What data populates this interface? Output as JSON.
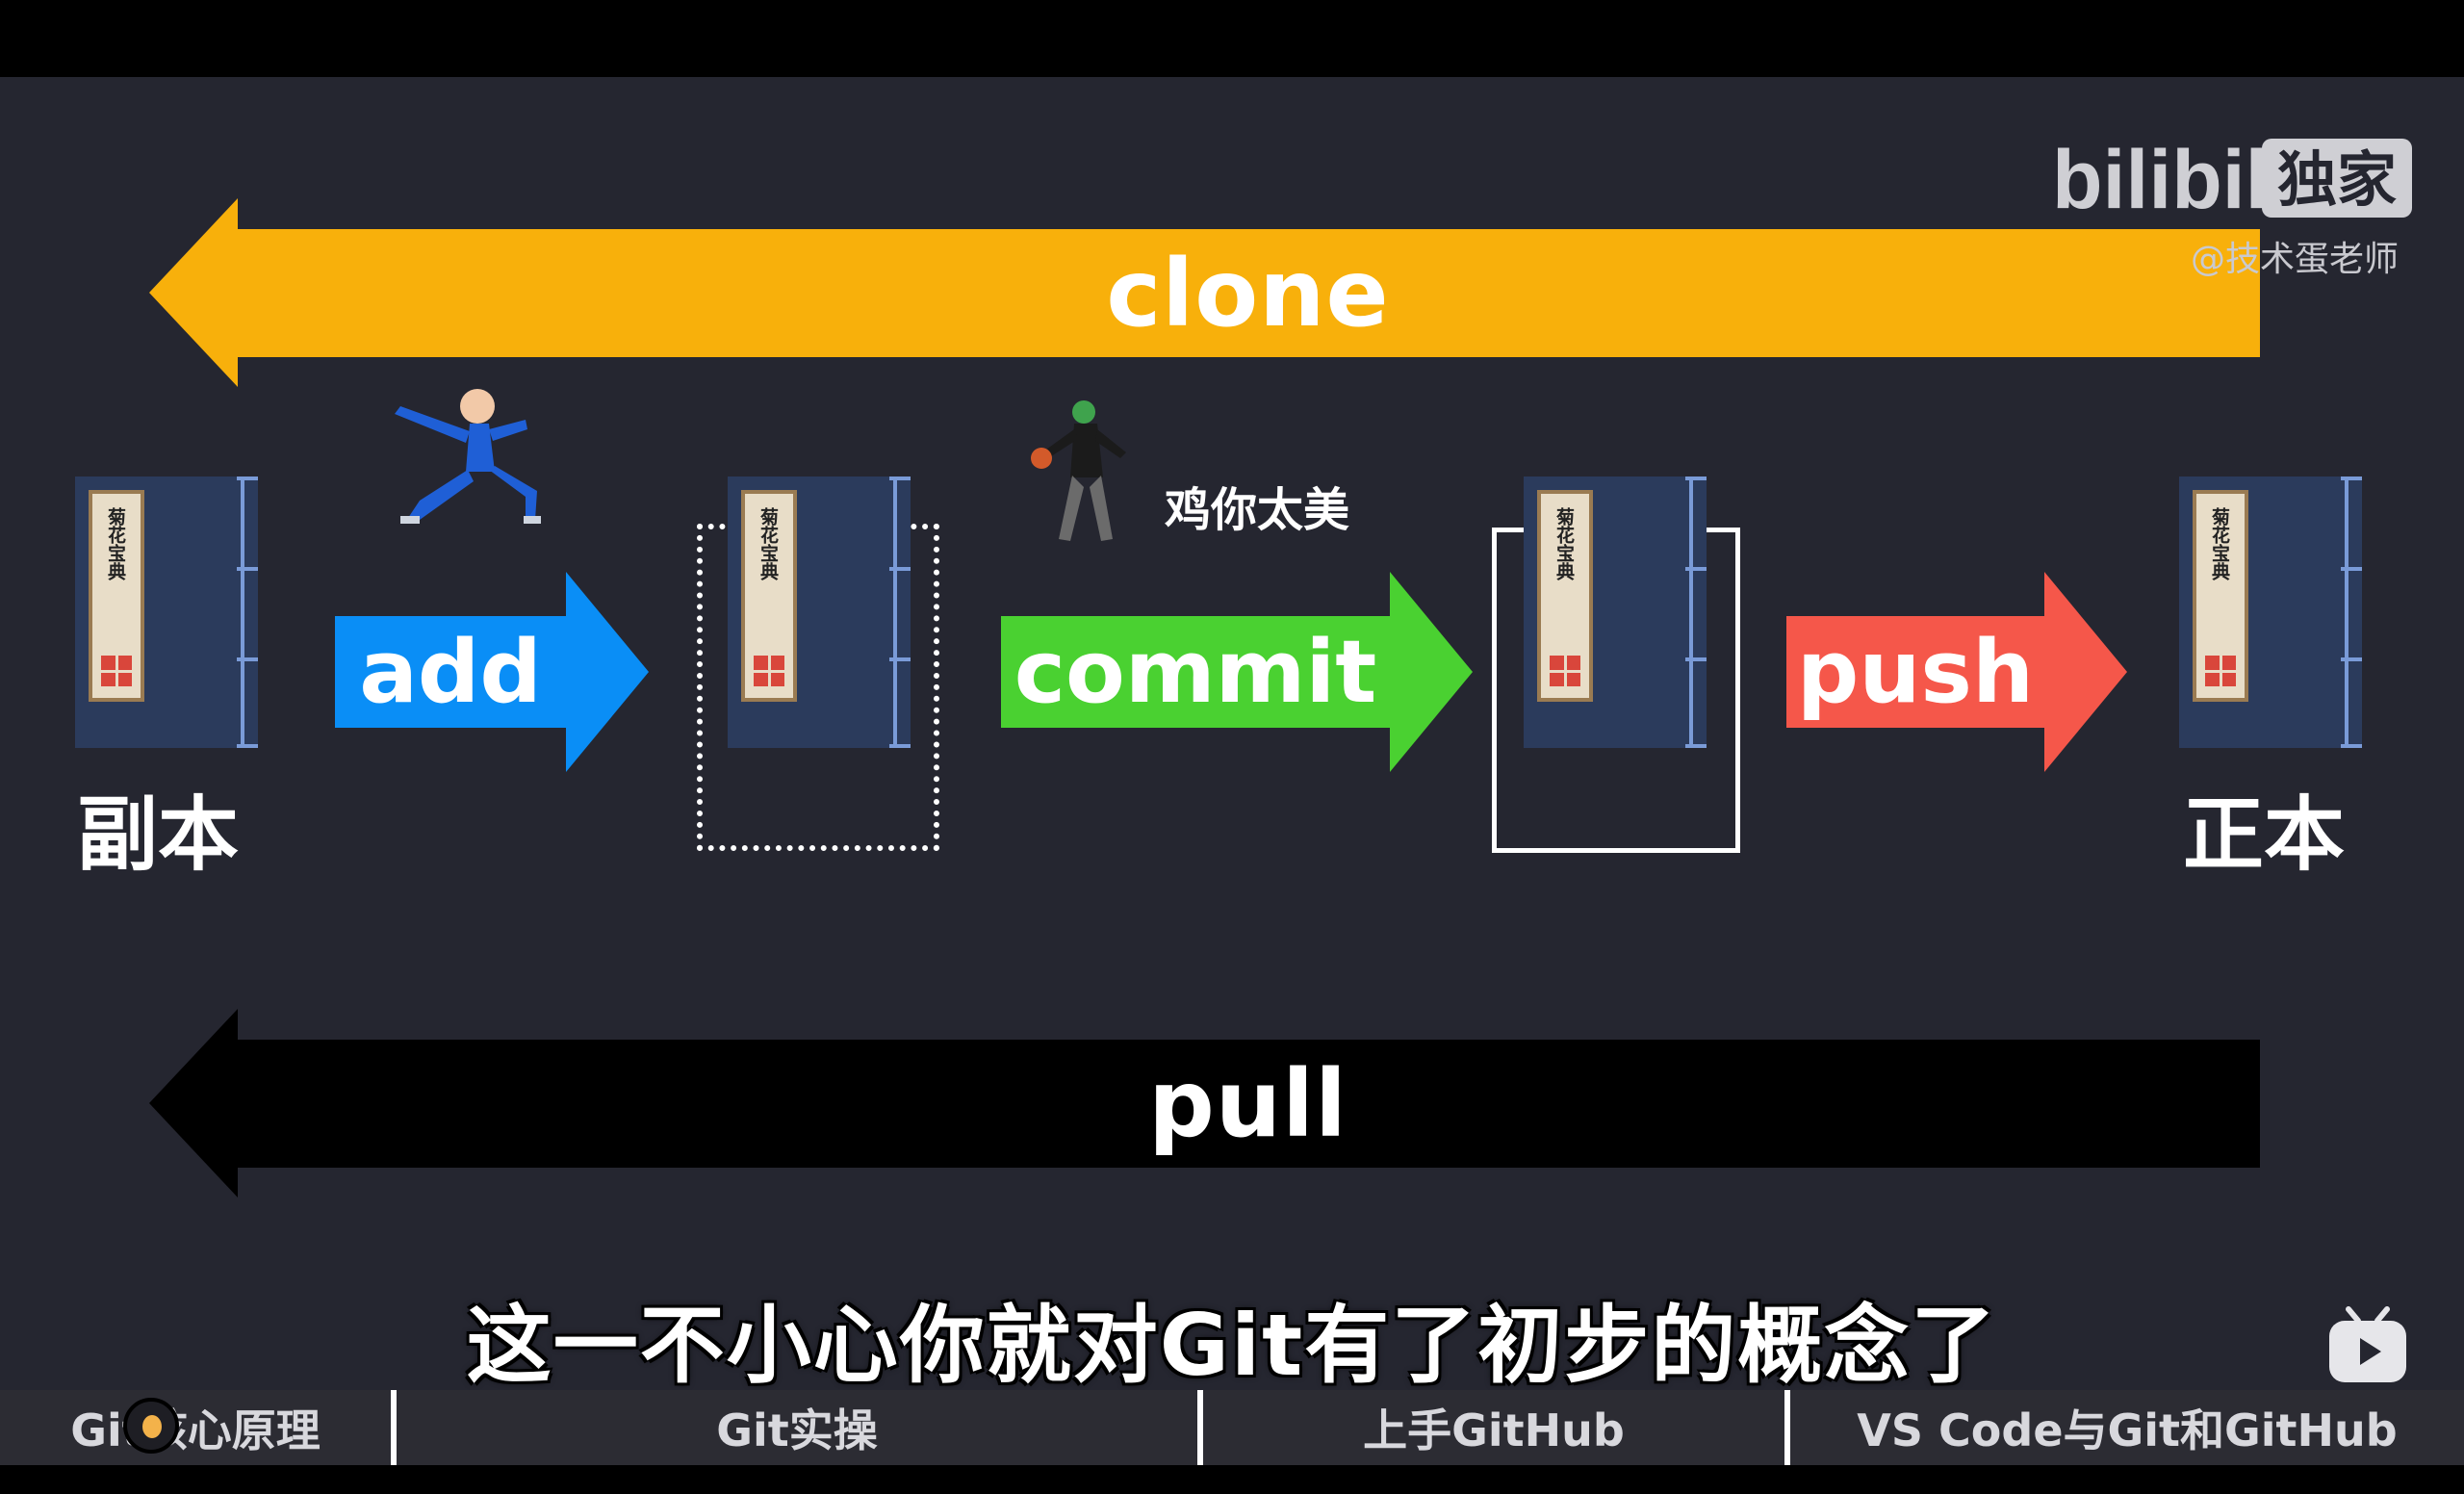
{
  "diagram": {
    "clone_label": "clone",
    "pull_label": "pull",
    "add_label": "add",
    "commit_label": "commit",
    "push_label": "push",
    "copy_label": "副本",
    "original_label": "正本",
    "meme_caption": "鸡你太美",
    "book_title": "菊花宝典"
  },
  "watermark": {
    "logo_text": "bilibili",
    "badge_text": "独家",
    "author": "@技术蛋老师"
  },
  "subtitle": "这一不小心你就对Git有了初步的概念了",
  "chapters": [
    {
      "label": "Git核心原理"
    },
    {
      "label": "Git实操"
    },
    {
      "label": "上手GitHub"
    },
    {
      "label": "VS Code与Git和GitHub"
    }
  ],
  "colors": {
    "clone": "#f8b00b",
    "add": "#0a8ef6",
    "commit": "#4ad131",
    "push": "#f5574a",
    "pull": "#000000",
    "background": "#252630"
  }
}
